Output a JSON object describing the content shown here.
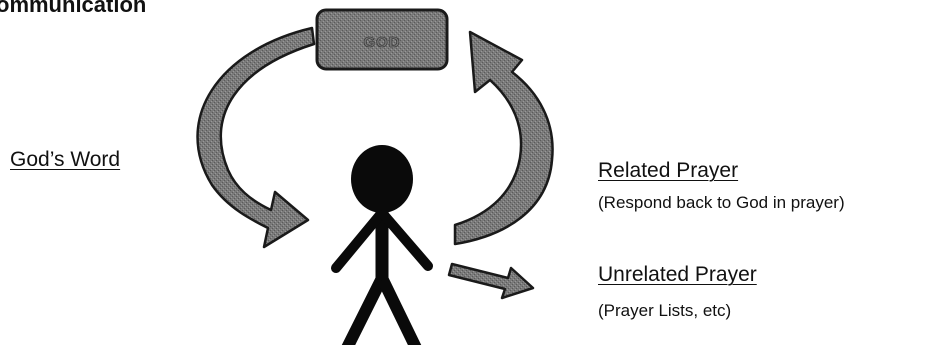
{
  "title": "ommunication",
  "god_box": {
    "label": "GOD"
  },
  "labels": {
    "left": "God’s Word",
    "related": "Related Prayer",
    "related_note": "(Respond back to God in prayer)",
    "unrelated": "Unrelated Prayer",
    "unrelated_note": "(Prayer Lists, etc)"
  },
  "colors": {
    "box_fill": "#6e6e6e",
    "arrow_fill": "#737373",
    "figure": "#0a0a0a",
    "text": "#111111"
  }
}
